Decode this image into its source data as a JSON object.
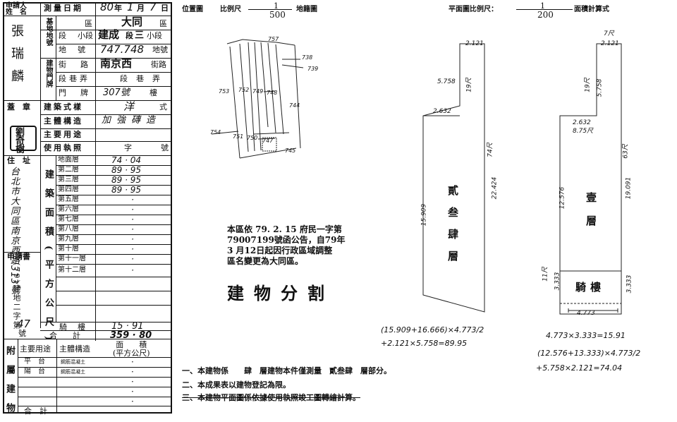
{
  "left_form": {
    "applicant_header": [
      "申請人",
      "姓　名"
    ],
    "survey_date_label": "測量日期",
    "survey_date": [
      "80",
      "年",
      "1",
      "月",
      "7",
      "日"
    ],
    "applicant_name": "張瑞麟",
    "seal_label": "蓋　章",
    "seal_text": "劉奇樹",
    "address_label": "住　址",
    "address_hand": "台北市大同區南京西路313號",
    "application_label": "申請書",
    "application_no": "(79)建地二字第",
    "application_no_hand": "47",
    "application_suffix": "號",
    "base_loc_label": "基地地號",
    "district_row": [
      "",
      "區",
      "大同",
      "區"
    ],
    "section_row": [
      "段",
      "小段",
      "建成",
      "段",
      "三",
      "小段"
    ],
    "lot_row": [
      "地",
      "號",
      "747.748",
      "地號"
    ],
    "door_label": "建物門牌",
    "street_row": [
      "街",
      "路",
      "南京西",
      "街路"
    ],
    "lane_row": [
      "段巷弄",
      "段巷弄"
    ],
    "door_row": [
      "門",
      "牌",
      "307號",
      "樓"
    ],
    "style_label": "建築式樣",
    "style_value": "洋",
    "style_suffix": "式",
    "structure_label": "主體構造",
    "structure_value": "加強磚造",
    "main_use_label": "主要用途",
    "permit_label": "使用執照",
    "permit_suffix": [
      "字",
      "號"
    ],
    "area_col_label": "建築面積(平方公尺)",
    "floors": [
      {
        "name": "地面層",
        "value": "74 · 04"
      },
      {
        "name": "第二層",
        "value": "89 · 95"
      },
      {
        "name": "第三層",
        "value": "89 · 95"
      },
      {
        "name": "第四層",
        "value": "89 · 95"
      },
      {
        "name": "第五層",
        "value": "·"
      },
      {
        "name": "第六層",
        "value": "·"
      },
      {
        "name": "第七層",
        "value": "·"
      },
      {
        "name": "第八層",
        "value": "·"
      },
      {
        "name": "第九層",
        "value": "·"
      },
      {
        "name": "第十層",
        "value": "·"
      },
      {
        "name": "第十一層",
        "value": "·"
      },
      {
        "name": "第十二層",
        "value": "·"
      }
    ],
    "balcony_label": "騎　樓",
    "balcony_value": "15 · 91",
    "total_label": "合　　計",
    "total_value": "359 · 80",
    "annex_label": "附屬建物",
    "annex_use_header": "主要用途",
    "annex_struct_header": "主體構造",
    "annex_area_header": "面　　積\n(平方公尺)",
    "annex_rows": [
      {
        "use": "平　台",
        "struct": "鋼筋混凝土",
        "value": "·"
      },
      {
        "use": "陽　台",
        "struct": "鋼筋混凝土",
        "value": "·"
      },
      {
        "use": "",
        "struct": "",
        "value": "·"
      },
      {
        "use": "",
        "struct": "",
        "value": "·"
      },
      {
        "use": "",
        "struct": "",
        "value": "·"
      }
    ],
    "annex_total_label": "合　計"
  },
  "header": {
    "location_label": "位置圖",
    "scale_label": "比例尺",
    "location_scale_num": "1",
    "location_scale_den": "500",
    "cadastral_label": "地籍圖",
    "plan_scale_label": "平面圖比例尺：",
    "plan_scale_num": "1",
    "plan_scale_den": "200",
    "area_calc_label": "面積計算式"
  },
  "location_map": {
    "lots": [
      "757",
      "738",
      "739",
      "753",
      "752",
      "749",
      "748",
      "744",
      "754",
      "751",
      "750",
      "747",
      "745"
    ]
  },
  "plan_left": {
    "dims": [
      "2.121",
      "5.758",
      "19尺",
      "2.632",
      "74尺",
      "22.424",
      "15.909"
    ],
    "floor_label": "貳叁肆層"
  },
  "plan_right": {
    "dims": [
      "7尺",
      "2.121",
      "19尺",
      "5.758",
      "2.632",
      "8.75尺",
      "63尺",
      "19.091",
      "12.576",
      "11尺",
      "3.333",
      "3.333",
      "4.773"
    ],
    "floor_label": "壹層",
    "balcony_label": "騎樓"
  },
  "notice": {
    "line1": "本區依 79. 2. 15 府民一字第",
    "line2": "79007199號函公告，自79年",
    "line3": "3 月12日起因行政區域調整",
    "line4": "區名變更為大同區。"
  },
  "stamp_title": "建物分割",
  "formulas_left": [
    "(15.909+16.666)×4.773/2",
    "+2.121×5.758=89.95"
  ],
  "formulas_right": [
    "4.773×3.333=15.91",
    "(12.576+13.333)×4.773/2",
    "+5.758×2.121=74.04"
  ],
  "notes": [
    "一、本建物係　　肆　層建物本件僅測量　貳叁肆　層部分。",
    "二、本成果表以建物登記為限。",
    "三、本建物平面圖係依據使用執照竣工圖轉繪計算。"
  ]
}
